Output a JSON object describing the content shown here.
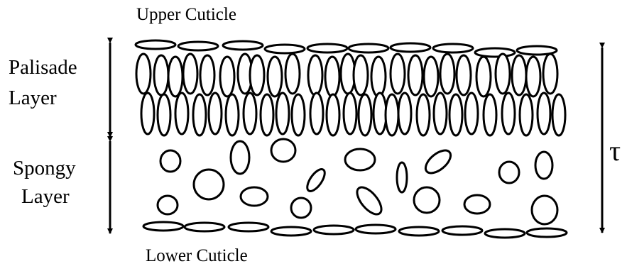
{
  "labels": {
    "upper_cuticle": "Upper Cuticle",
    "palisade_line1": "Palisade",
    "palisade_line2": "Layer",
    "spongy_line1": "Spongy",
    "spongy_line2": "Layer",
    "lower_cuticle": "Lower Cuticle",
    "thickness_symbol": "τ"
  },
  "colors": {
    "stroke": "#000000",
    "fill": "#ffffff"
  }
}
